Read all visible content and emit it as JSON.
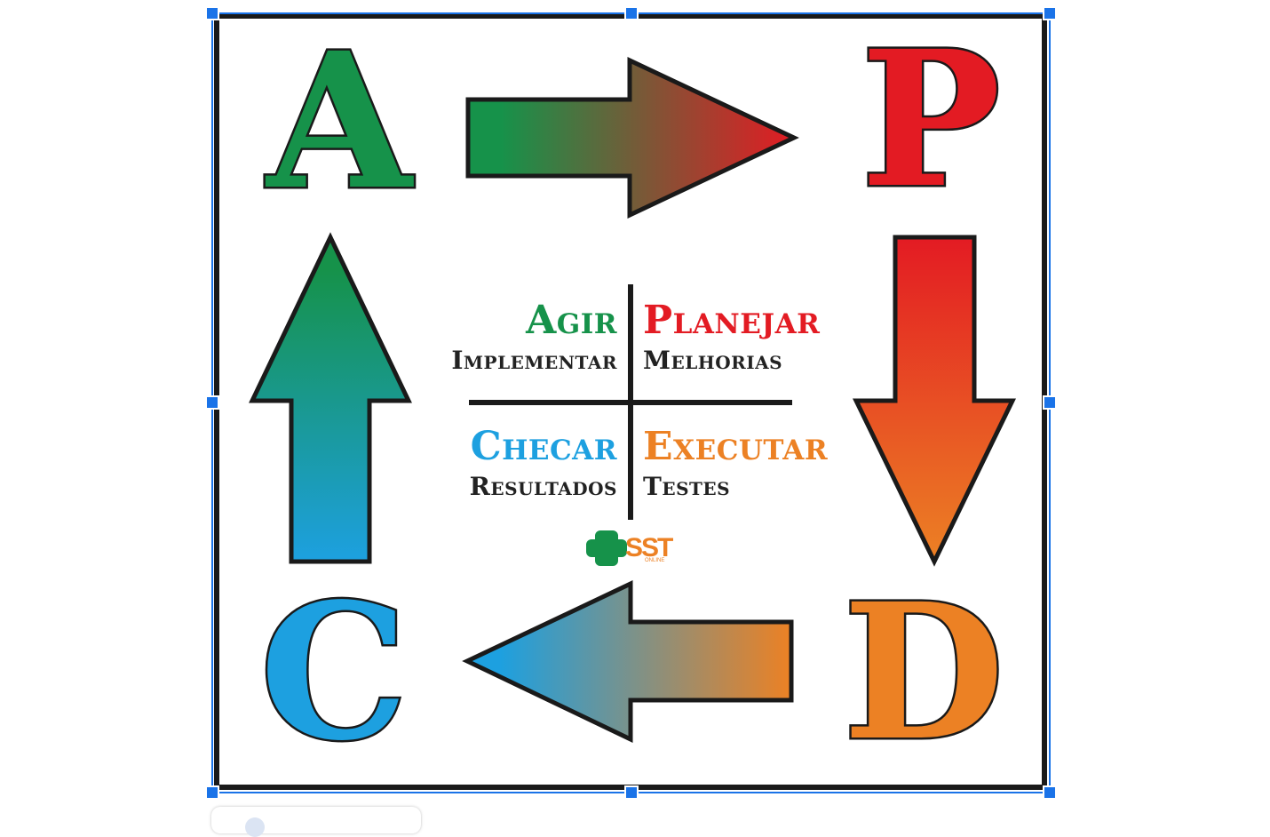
{
  "diagram": {
    "letters": {
      "a": "A",
      "p": "P",
      "d": "D",
      "c": "C"
    },
    "quadrants": {
      "agir": {
        "title": "Agir",
        "subtitle": "Implementar"
      },
      "planejar": {
        "title": "Planejar",
        "subtitle": "Melhorias"
      },
      "checar": {
        "title": "Checar",
        "subtitle": "Resultados"
      },
      "executar": {
        "title": "Executar",
        "subtitle": "Testes"
      }
    },
    "logo": {
      "text": "SST",
      "subtext": "ONLINE"
    }
  },
  "colors": {
    "green": "#16924a",
    "red": "#e31b23",
    "orange": "#ec8124",
    "blue": "#1da0e0",
    "frame": "#1a1a1a",
    "selection": "#1a73e8"
  }
}
